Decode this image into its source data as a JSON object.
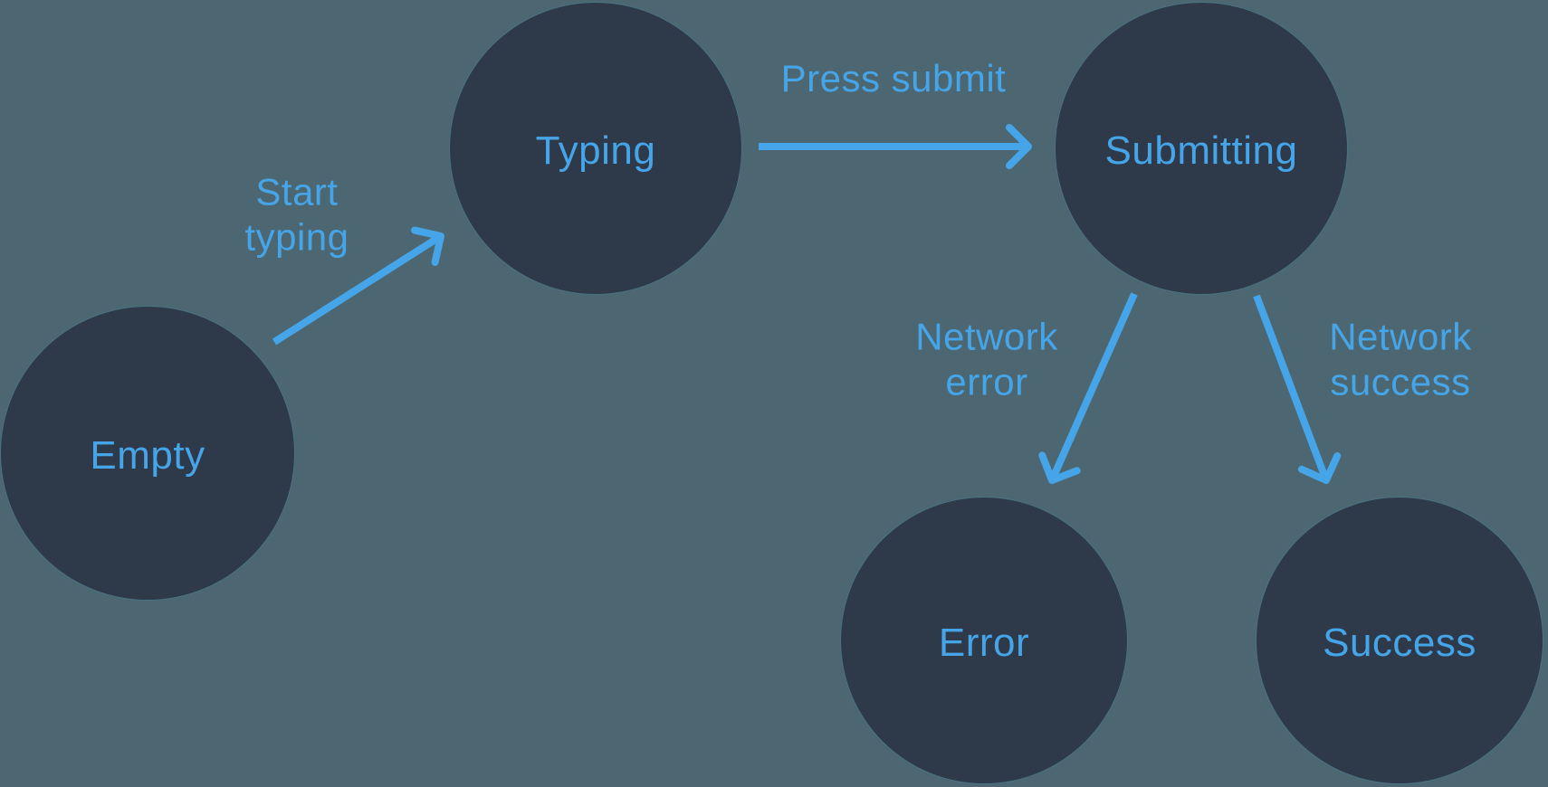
{
  "colors": {
    "background": "#4c6771",
    "node_fill": "#2e3a49",
    "accent": "#45a5e8"
  },
  "diagram": {
    "type": "state-machine",
    "nodes": [
      {
        "id": "empty",
        "label": "Empty"
      },
      {
        "id": "typing",
        "label": "Typing"
      },
      {
        "id": "submitting",
        "label": "Submitting"
      },
      {
        "id": "error",
        "label": "Error"
      },
      {
        "id": "success",
        "label": "Success"
      }
    ],
    "edges": [
      {
        "from": "empty",
        "to": "typing",
        "label": "Start typing"
      },
      {
        "from": "typing",
        "to": "submitting",
        "label": "Press submit"
      },
      {
        "from": "submitting",
        "to": "error",
        "label": "Network error"
      },
      {
        "from": "submitting",
        "to": "success",
        "label": "Network success"
      }
    ]
  }
}
